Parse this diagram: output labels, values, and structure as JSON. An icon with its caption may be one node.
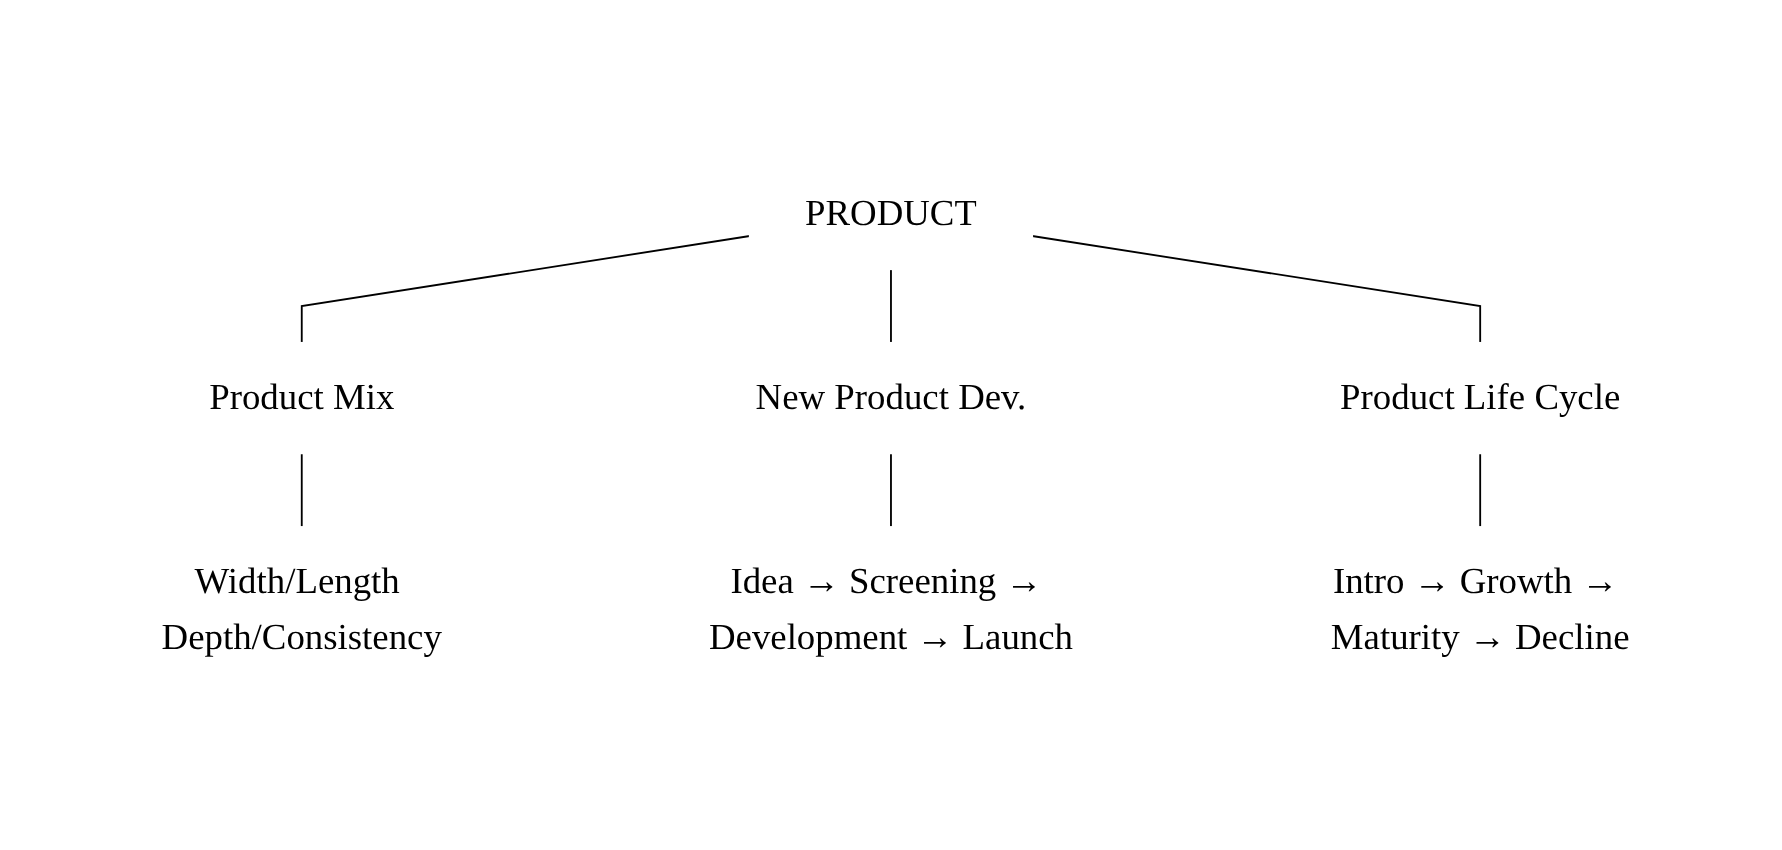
{
  "diagram": {
    "nodes": [
      {
        "text": [
          "PRODUCT"
        ]
      },
      {
        "text": [
          "Product Mix"
        ]
      },
      {
        "text": [
          "New Product Dev."
        ]
      },
      {
        "text": [
          "Product Life Cycle"
        ]
      },
      {
        "text": [
          "Width/Length Depth/Consistency"
        ]
      },
      {
        "text": [
          "Idea → Screening → Development → Launch"
        ]
      },
      {
        "text": [
          "Intro → Growth → Maturity → Decline"
        ]
      }
    ],
    "edges": [
      {
        "from": 0,
        "to": 1,
        "arrow": "none"
      },
      {
        "from": 0,
        "to": 2,
        "arrow": "none"
      },
      {
        "from": 0,
        "to": 3,
        "arrow": "none"
      },
      {
        "from": 1,
        "to": 4,
        "arrow": "none"
      },
      {
        "from": 2,
        "to": 5,
        "arrow": "none"
      },
      {
        "from": 3,
        "to": 6,
        "arrow": "none"
      }
    ]
  }
}
